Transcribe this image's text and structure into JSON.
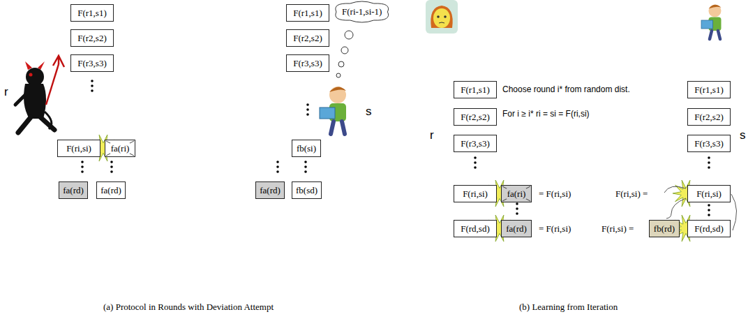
{
  "diagram": {
    "nodes": [
      {
        "text": [
          "F(r1,s1)"
        ]
      },
      {
        "text": [
          "F(r2,s2)"
        ]
      },
      {
        "text": [
          "F(r3,s3)"
        ]
      },
      {
        "text": [
          "F(ri,si)"
        ]
      },
      {
        "text": [
          "fa(ri)"
        ]
      },
      {
        "text": [
          "fa(rd)"
        ]
      },
      {
        "text": [
          "fa(rd)"
        ]
      },
      {
        "text": [
          "F(r1,s1)"
        ]
      },
      {
        "text": [
          "F(ri-1,si-1)"
        ]
      },
      {
        "text": [
          "F(r2,s2)"
        ]
      },
      {
        "text": [
          "F(r3,s3)"
        ]
      },
      {
        "text": [
          "fb(si)"
        ]
      },
      {
        "text": [
          "fa(rd)"
        ]
      },
      {
        "text": [
          "fb(sd)"
        ]
      },
      {
        "text": [
          "F(r1,s1)"
        ]
      },
      {
        "text": [
          "F(r1,s1)"
        ]
      },
      {
        "text": [
          "F(r2,s2)"
        ]
      },
      {
        "text": [
          "F(r2,s2)"
        ]
      },
      {
        "text": [
          "F(r3,s3)"
        ]
      },
      {
        "text": [
          "F(r3,s3)"
        ]
      },
      {
        "text": [
          "F(ri,si)"
        ]
      },
      {
        "text": [
          "fa(ri)"
        ]
      },
      {
        "text": [
          "F(ri,si)"
        ]
      },
      {
        "text": [
          "F(rd,sd)"
        ]
      },
      {
        "text": [
          "fa(rd)"
        ]
      },
      {
        "text": [
          "fb(rd)"
        ]
      },
      {
        "text": [
          "F(rd,sd)"
        ]
      }
    ],
    "labels": [
      "r",
      "s",
      "Choose round i* from random dist.",
      "For i ≥ i* ri = si = F(ri,si)",
      "r",
      "= F(ri,si)",
      "= F(ri,si)",
      "F(ri,si) =",
      "F(ri,si) =",
      "s",
      "(a) Protocol in Rounds with Deviation Attempt",
      "(b) Learning from Iteration"
    ]
  }
}
